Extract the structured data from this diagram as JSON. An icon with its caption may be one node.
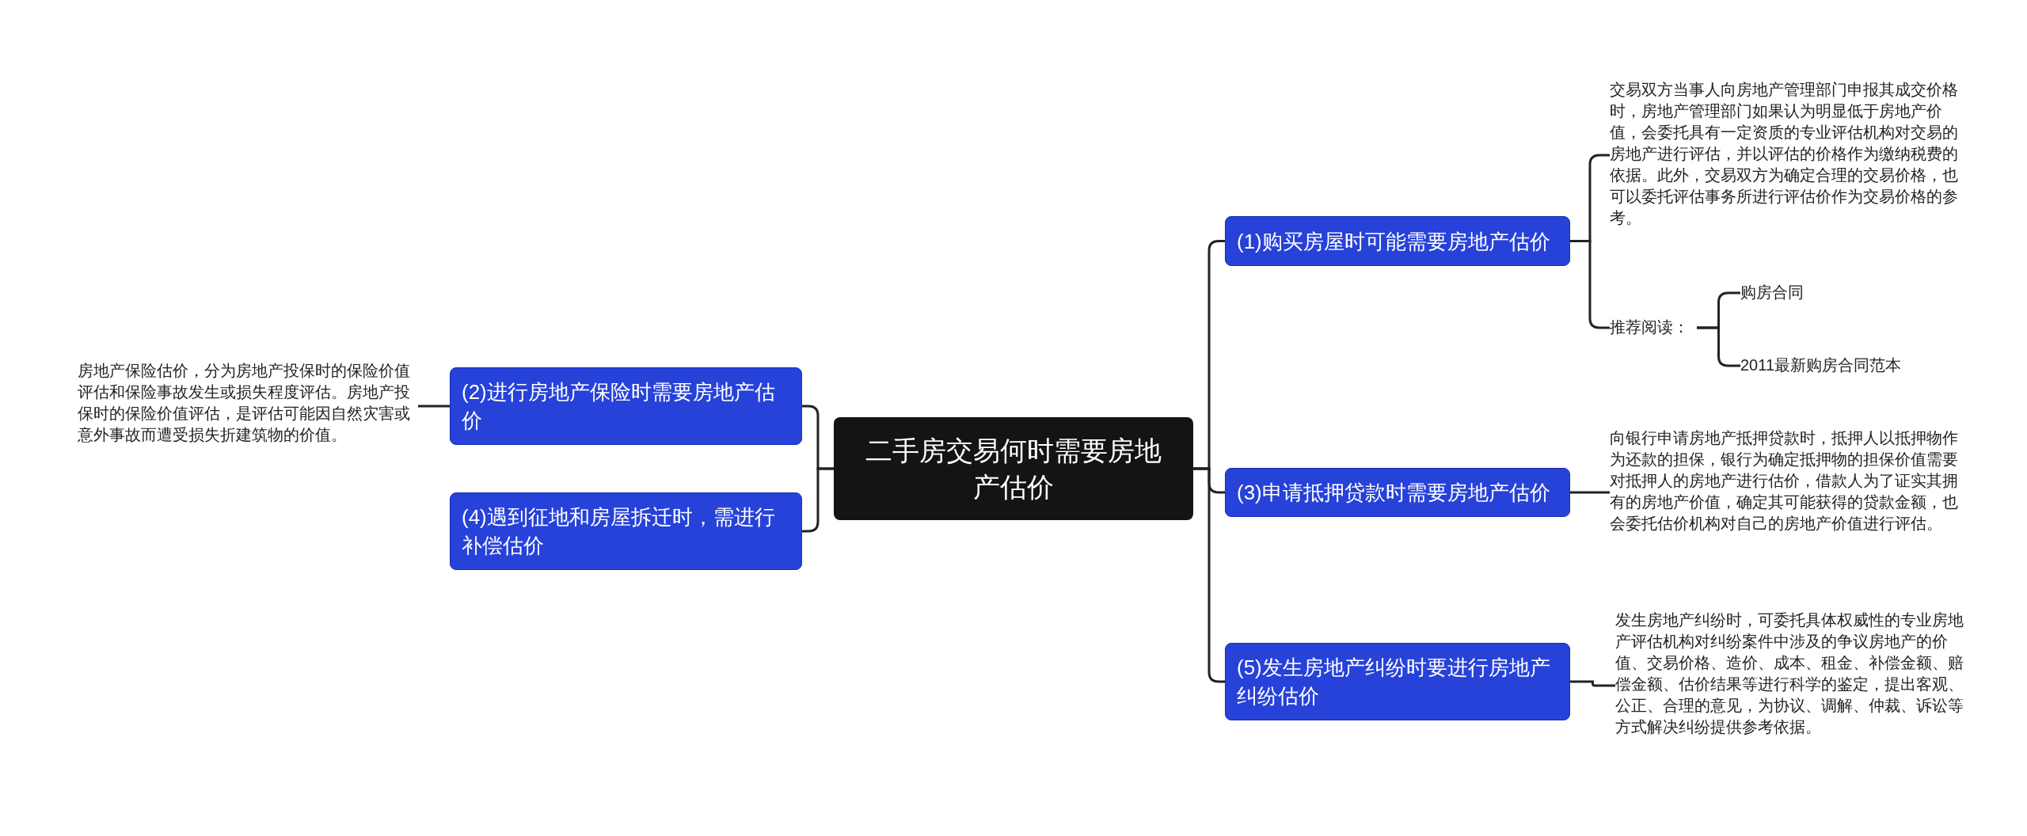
{
  "diagram": {
    "nodes": [
      {
        "text": [
          "二手房交易何时需要房地产估价"
        ]
      },
      {
        "text": [
          "(1)购买房屋时可能需要房地产估价"
        ]
      },
      {
        "text": [
          "交易双方当事人向房地产管理部门申报其成交价格时，房地产管理部门如果认为明显低于房地产价值，会委托具有一定资质的专业评估机构对交易的房地产进行评估，并以评估的价格作为缴纳税费的依据。此外，交易双方为确定合理的交易价格，也可以委托评估事务所进行评估价作为交易价格的参考。"
        ]
      },
      {
        "text": [
          "推荐阅读："
        ]
      },
      {
        "text": [
          "购房合同"
        ]
      },
      {
        "text": [
          "2011最新购房合同范本"
        ]
      },
      {
        "text": [
          "(2)进行房地产保险时需要房地产估价"
        ]
      },
      {
        "text": [
          "房地产保险估价，分为房地产投保时的保险价值评估和保险事故发生或损失程度评估。房地产投保时的保险价值评估，是评估可能因自然灾害或意外事故而遭受损失折建筑物的价值。"
        ]
      },
      {
        "text": [
          "(3)申请抵押贷款时需要房地产估价"
        ]
      },
      {
        "text": [
          "向银行申请房地产抵押贷款时，抵押人以抵押物作为还款的担保，银行为确定抵押物的担保价值需要对抵押人的房地产进行估价，借款人为了证实其拥有的房地产价值，确定其可能获得的贷款金额，也会委托估价机构对自己的房地产价值进行评估。"
        ]
      },
      {
        "text": [
          "(4)遇到征地和房屋拆迁时，需进行补偿估价"
        ]
      },
      {
        "text": [
          "(5)发生房地产纠纷时要进行房地产纠纷估价"
        ]
      },
      {
        "text": [
          "发生房地产纠纷时，可委托具体权威性的专业房地产评估机构对纠纷案件中涉及的争议房地产的价值、交易价格、造价、成本、租金、补偿金额、赔偿金额、估价结果等进行科学的鉴定，提出客观、公正、合理的意见，为协议、调解、仲裁、诉讼等方式解决纠纷提供参考依据。"
        ]
      }
    ],
    "edges": [
      {
        "from": 0,
        "to": 1,
        "arrow": "none"
      },
      {
        "from": 1,
        "to": 2,
        "arrow": "none"
      },
      {
        "from": 1,
        "to": 3,
        "arrow": "none"
      },
      {
        "from": 3,
        "to": 4,
        "arrow": "none"
      },
      {
        "from": 3,
        "to": 5,
        "arrow": "none"
      },
      {
        "from": 0,
        "to": 6,
        "arrow": "none"
      },
      {
        "from": 6,
        "to": 7,
        "arrow": "none"
      },
      {
        "from": 0,
        "to": 8,
        "arrow": "none"
      },
      {
        "from": 8,
        "to": 9,
        "arrow": "none"
      },
      {
        "from": 0,
        "to": 10,
        "arrow": "none"
      },
      {
        "from": 0,
        "to": 11,
        "arrow": "none"
      },
      {
        "from": 11,
        "to": 12,
        "arrow": "none"
      }
    ]
  }
}
